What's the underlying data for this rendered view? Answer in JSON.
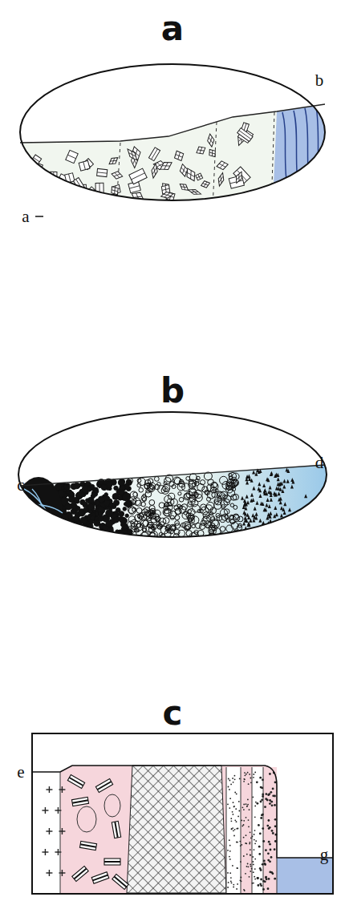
{
  "diagram": {
    "labels": [
      "a",
      "a",
      "b",
      "b",
      "c",
      "d",
      "c",
      "e",
      "g"
    ]
  }
}
